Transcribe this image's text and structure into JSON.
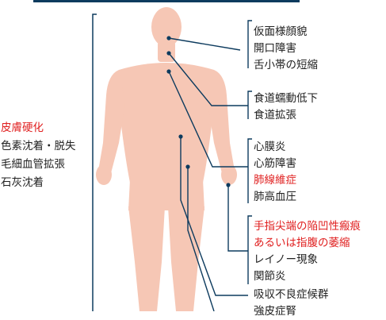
{
  "colors": {
    "body": "#f6c7b5",
    "line": "#0d3b5e",
    "text": "#222222",
    "highlight": "#e02020"
  },
  "left_group": {
    "title": "皮膚硬化",
    "items": [
      "色素沈着・脱失",
      "毛細血管拡張",
      "石灰沈着"
    ]
  },
  "face_group": {
    "items": [
      "仮面様顔貌",
      "開口障害",
      "舌小帯の短縮"
    ]
  },
  "esophagus_group": {
    "items": [
      "食道蠕動低下",
      "食道拡張"
    ]
  },
  "heart_lung_group": {
    "items": [
      "心膜炎",
      "心筋障害"
    ],
    "highlight": "肺線維症",
    "after": "肺高血圧"
  },
  "hand_group": {
    "highlight_1": "手指尖端の陥凹性瘢痕",
    "highlight_2": "あるいは指腹の萎縮",
    "items": [
      "レイノー現象",
      "関節炎"
    ]
  },
  "gi_group": {
    "item": "吸収不良症候群"
  },
  "kidney_group": {
    "item": "強皮症腎"
  }
}
